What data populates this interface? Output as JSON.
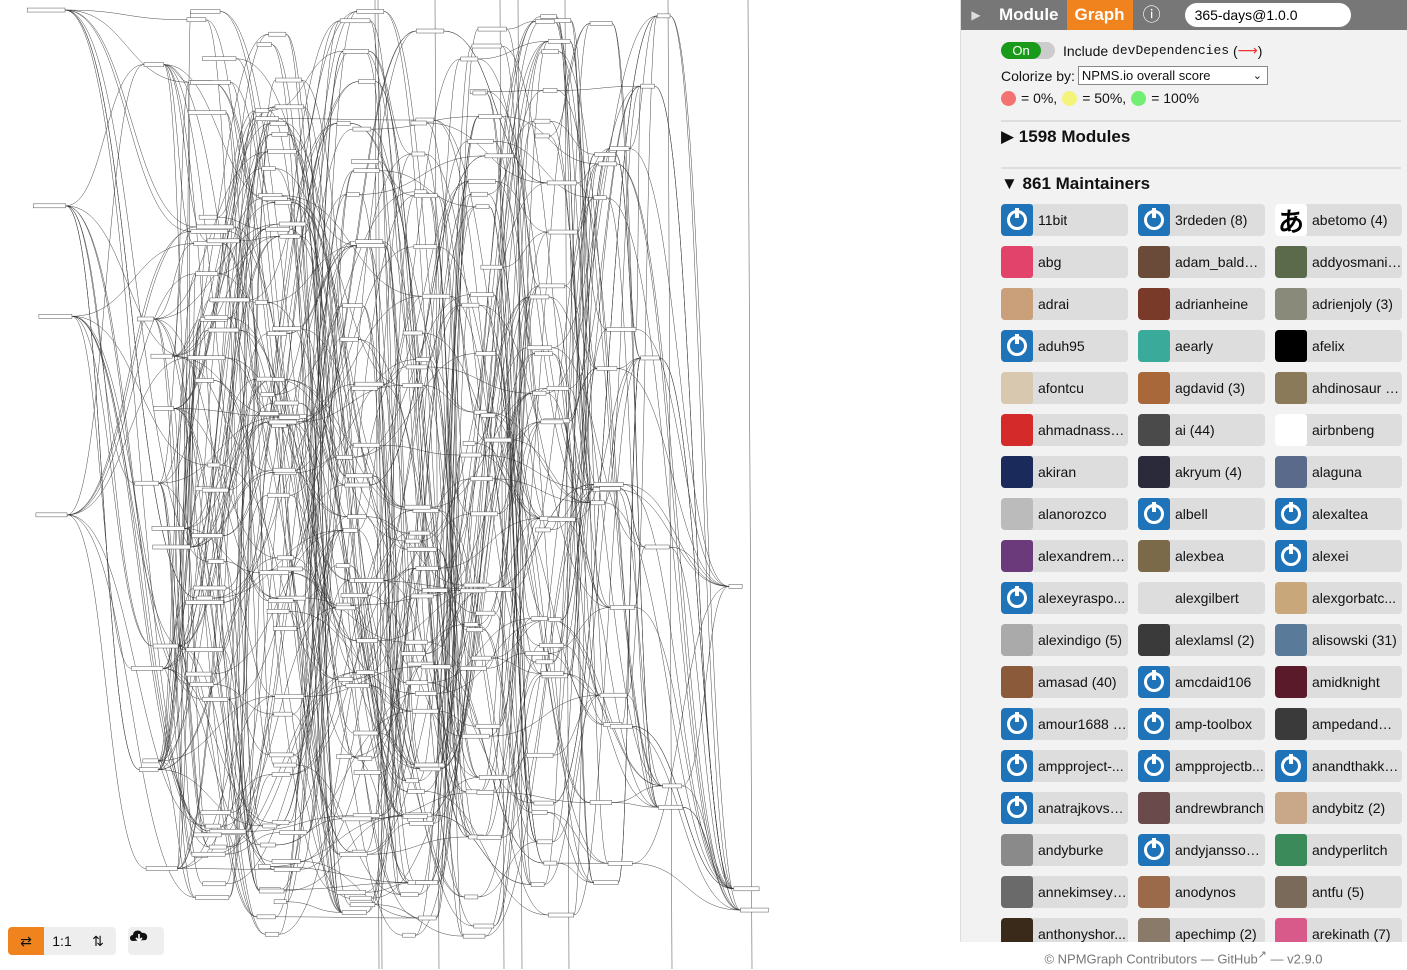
{
  "graph": {
    "toolbar": {
      "swap_label": "⇄",
      "zoom_label": "1:1",
      "vertical_label": "⇅"
    }
  },
  "tabs": {
    "toggle": "▶",
    "module": "Module",
    "graph": "Graph",
    "info": "ⓘ"
  },
  "query": {
    "value": "365-days@1.0.0"
  },
  "options": {
    "switch_state": "On",
    "include_label": "Include",
    "include_code": "devDependencies",
    "arrow_open": "(",
    "arrow": "⟶",
    "arrow_close": ")",
    "colorize_label": "Colorize by:",
    "colorize_value": "NPMS.io overall score",
    "legend": [
      {
        "color": "#f47272",
        "label": "= 0%,"
      },
      {
        "color": "#f4f47a",
        "label": "= 50%,"
      },
      {
        "color": "#72ee72",
        "label": "= 100%"
      }
    ]
  },
  "modules": {
    "title": "▶ 1598 Modules"
  },
  "maintainers": {
    "title": "▼ 861 Maintainers",
    "items": [
      {
        "name": "11bit",
        "avatar": "grav"
      },
      {
        "name": "3rdeden (8)",
        "avatar": "grav"
      },
      {
        "name": "abetomo (4)",
        "avatar": "#ffffff",
        "glyph": "あ"
      },
      {
        "name": "abg",
        "avatar": "#e2436b"
      },
      {
        "name": "adam_baldw...",
        "avatar": "#6a4a38"
      },
      {
        "name": "addyosmani ...",
        "avatar": "#5a6a4a"
      },
      {
        "name": "adrai",
        "avatar": "#c9a07a"
      },
      {
        "name": "adrianheine",
        "avatar": "#7a3a2a"
      },
      {
        "name": "adrienjoly (3)",
        "avatar": "#8a8a7a"
      },
      {
        "name": "aduh95",
        "avatar": "grav"
      },
      {
        "name": "aearly",
        "avatar": "#3aaa9a"
      },
      {
        "name": "afelix",
        "avatar": "#000000"
      },
      {
        "name": "afontcu",
        "avatar": "#d8c8b0"
      },
      {
        "name": "agdavid (3)",
        "avatar": "#a8683a"
      },
      {
        "name": "ahdinosaur (5)",
        "avatar": "#8a7a5a"
      },
      {
        "name": "ahmadnassri...",
        "avatar": "#d42a2a"
      },
      {
        "name": "ai (44)",
        "avatar": "#4a4a4a"
      },
      {
        "name": "airbnbeng",
        "avatar": "#ffffff"
      },
      {
        "name": "akiran",
        "avatar": "#1a2a5a"
      },
      {
        "name": "akryum (4)",
        "avatar": "#2a2a3a"
      },
      {
        "name": "alaguna",
        "avatar": "#5a6a8a"
      },
      {
        "name": "alanorozco",
        "avatar": "#bbbbbb"
      },
      {
        "name": "albell",
        "avatar": "grav"
      },
      {
        "name": "alexaltea",
        "avatar": "grav"
      },
      {
        "name": "alexandreme...",
        "avatar": "#6a3a7a"
      },
      {
        "name": "alexbea",
        "avatar": "#7a6a4a"
      },
      {
        "name": "alexei",
        "avatar": "grav"
      },
      {
        "name": "alexeyraspo...",
        "avatar": "grav"
      },
      {
        "name": "alexgilbert",
        "avatar": "#dddddd"
      },
      {
        "name": "alexgorbatc...",
        "avatar": "#c8a87a"
      },
      {
        "name": "alexindigo (5)",
        "avatar": "#aaaaaa"
      },
      {
        "name": "alexlamsl (2)",
        "avatar": "#3a3a3a"
      },
      {
        "name": "alisowski (31)",
        "avatar": "#5a7a9a"
      },
      {
        "name": "amasad (40)",
        "avatar": "#8a5a3a"
      },
      {
        "name": "amcdaid106",
        "avatar": "grav"
      },
      {
        "name": "amidknight",
        "avatar": "#5a1a2a"
      },
      {
        "name": "amour1688 (...",
        "avatar": "grav"
      },
      {
        "name": "amp-toolbox",
        "avatar": "grav"
      },
      {
        "name": "ampedandwi...",
        "avatar": "#3a3a3a"
      },
      {
        "name": "ampproject-...",
        "avatar": "grav"
      },
      {
        "name": "ampprojectb...",
        "avatar": "grav"
      },
      {
        "name": "anandthakke...",
        "avatar": "grav"
      },
      {
        "name": "anatrajkovsk...",
        "avatar": "grav"
      },
      {
        "name": "andrewbranch",
        "avatar": "#6a4a4a"
      },
      {
        "name": "andybitz (2)",
        "avatar": "#c8a888"
      },
      {
        "name": "andyburke",
        "avatar": "#8a8a8a"
      },
      {
        "name": "andyjansson...",
        "avatar": "grav"
      },
      {
        "name": "andyperlitch",
        "avatar": "#3a8a5a"
      },
      {
        "name": "annekimsey ...",
        "avatar": "#6a6a6a"
      },
      {
        "name": "anodynos",
        "avatar": "#9a6a4a"
      },
      {
        "name": "antfu (5)",
        "avatar": "#7a6a5a"
      },
      {
        "name": "anthonyshor...",
        "avatar": "#3a2a1a"
      },
      {
        "name": "apechimp (2)",
        "avatar": "#8a7a6a"
      },
      {
        "name": "arekinath (7)",
        "avatar": "#d85a8a"
      }
    ]
  },
  "footer": {
    "text": "© NPMGraph Contributors — GitHub",
    "ext": "↗",
    "version": " — v2.9.0"
  }
}
